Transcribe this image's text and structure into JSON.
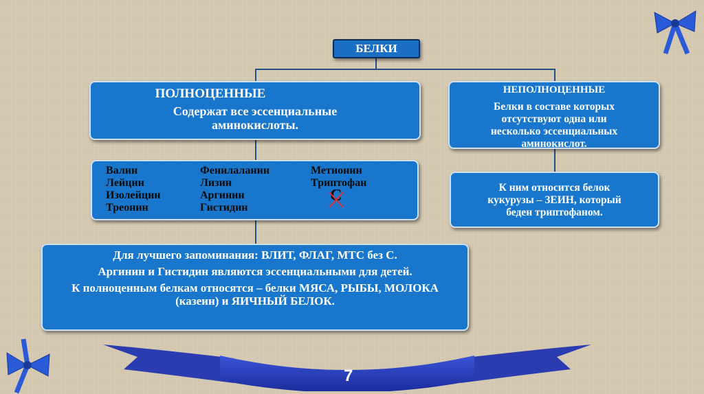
{
  "root": {
    "label": "БЕЛКИ"
  },
  "complete": {
    "title": "ПОЛНОЦЕННЫЕ",
    "description": [
      "Содержат все эссенциальные",
      "аминокислоты."
    ]
  },
  "incomplete": {
    "title": "НЕПОЛНОЦЕННЫЕ",
    "description": [
      "Белки в составе которых",
      "отсутствуют одна или",
      "несколько эссенциальных",
      "аминокислот."
    ]
  },
  "amino_acids": {
    "columns": [
      [
        "Валин",
        "Лейцин",
        "Изолейцин",
        "Треонин"
      ],
      [
        "Фенилаланин",
        "Лизин",
        "Аргинин",
        "Гистидин"
      ],
      [
        "Метионин",
        "Триптофан"
      ]
    ],
    "crossed_letter": "С"
  },
  "zein": {
    "lines": [
      "К ним относится белок",
      "кукурузы – ЗЕИН, который",
      "беден триптофаном."
    ]
  },
  "notes": [
    "Для лучшего запоминания: ВЛИТ, ФЛАГ, МТС без С.",
    "Аргинин и Гистидин являются эссенциальными для детей.",
    "К полноценным белкам относятся – белки МЯСА, РЫБЫ, МОЛОКА (казеин) и ЯИЧНЫЙ БЕЛОК."
  ],
  "page_number": "7",
  "colors": {
    "box": "#1877cc",
    "line": "#1f4f86",
    "ribbon": "#2238b8"
  }
}
